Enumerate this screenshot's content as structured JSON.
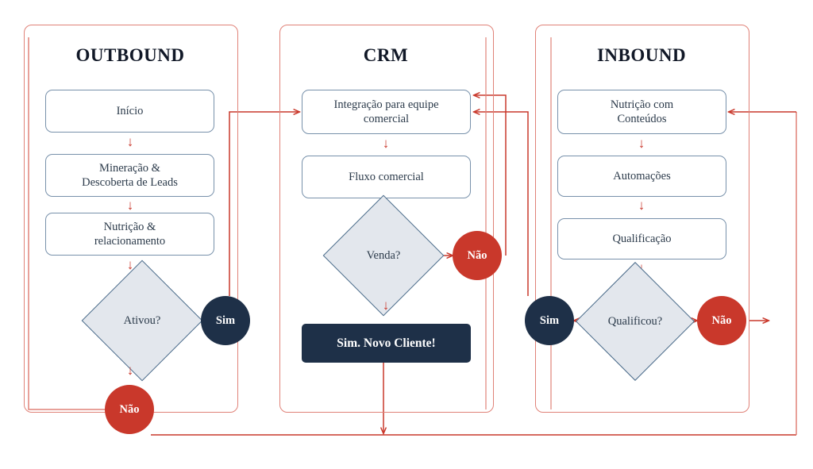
{
  "diagram": {
    "title_outbound": "OUTBOUND",
    "title_crm": "CRM",
    "title_inbound": "INBOUND",
    "colors": {
      "connector_red": "#C9382B",
      "panel_border": "#E08278",
      "node_border": "#7891AB",
      "node_text": "#2B3A4A",
      "diamond_fill": "#E3E7ED",
      "diamond_border": "#4A6B8A",
      "yes_circle": "#1E3048",
      "no_circle": "#C9382B",
      "dark_node_bg": "#1E3048",
      "background": "#FFFFFF"
    }
  },
  "outbound": {
    "title": "OUTBOUND",
    "nodes": [
      {
        "id": "inicio",
        "label": "Início"
      },
      {
        "id": "mineracao",
        "label": "Mineração &\nDescoberta de Leads"
      },
      {
        "id": "nutricao",
        "label": "Nutrição &\nrelacionamento"
      }
    ],
    "decision": {
      "id": "ativou",
      "label": "Ativou?"
    },
    "yes": "Sim",
    "no": "Não"
  },
  "crm": {
    "title": "CRM",
    "nodes": [
      {
        "id": "integracao",
        "label": "Integração para equipe\ncomercial"
      },
      {
        "id": "fluxo",
        "label": "Fluxo comercial"
      }
    ],
    "decision": {
      "id": "venda",
      "label": "Venda?"
    },
    "no": "Não",
    "result": "Sim. Novo Cliente!"
  },
  "inbound": {
    "title": "INBOUND",
    "nodes": [
      {
        "id": "nutricao_conteudos",
        "label": "Nutrição com\nConteúdos"
      },
      {
        "id": "automacoes",
        "label": "Automações"
      },
      {
        "id": "qualificacao",
        "label": "Qualificação"
      }
    ],
    "decision": {
      "id": "qualificou",
      "label": "Qualificou?"
    },
    "yes": "Sim",
    "no": "Não"
  },
  "arrow_glyphs": {
    "down": "↓",
    "right": "→",
    "left": "←"
  },
  "chart_data": {
    "type": "flowchart",
    "title": "Outbound / CRM / Inbound lead flow",
    "lanes": [
      "OUTBOUND",
      "CRM",
      "INBOUND"
    ],
    "nodes": [
      {
        "lane": "OUTBOUND",
        "shape": "process",
        "label": "Início"
      },
      {
        "lane": "OUTBOUND",
        "shape": "process",
        "label": "Mineração & Descoberta de Leads"
      },
      {
        "lane": "OUTBOUND",
        "shape": "process",
        "label": "Nutrição & relacionamento"
      },
      {
        "lane": "OUTBOUND",
        "shape": "decision",
        "label": "Ativou?"
      },
      {
        "lane": "OUTBOUND",
        "shape": "terminator-yes",
        "label": "Sim"
      },
      {
        "lane": "OUTBOUND",
        "shape": "terminator-no",
        "label": "Não"
      },
      {
        "lane": "CRM",
        "shape": "process",
        "label": "Integração para equipe comercial"
      },
      {
        "lane": "CRM",
        "shape": "process",
        "label": "Fluxo comercial"
      },
      {
        "lane": "CRM",
        "shape": "decision",
        "label": "Venda?"
      },
      {
        "lane": "CRM",
        "shape": "terminator-no",
        "label": "Não"
      },
      {
        "lane": "CRM",
        "shape": "result",
        "label": "Sim. Novo Cliente!"
      },
      {
        "lane": "INBOUND",
        "shape": "process",
        "label": "Nutrição com Conteúdos"
      },
      {
        "lane": "INBOUND",
        "shape": "process",
        "label": "Automações"
      },
      {
        "lane": "INBOUND",
        "shape": "process",
        "label": "Qualificação"
      },
      {
        "lane": "INBOUND",
        "shape": "decision",
        "label": "Qualificou?"
      },
      {
        "lane": "INBOUND",
        "shape": "terminator-yes",
        "label": "Sim"
      },
      {
        "lane": "INBOUND",
        "shape": "terminator-no",
        "label": "Não"
      }
    ],
    "edges": [
      {
        "from": "Início",
        "to": "Mineração & Descoberta de Leads",
        "label": ""
      },
      {
        "from": "Mineração & Descoberta de Leads",
        "to": "Nutrição & relacionamento",
        "label": ""
      },
      {
        "from": "Nutrição & relacionamento",
        "to": "Ativou?",
        "label": ""
      },
      {
        "from": "Ativou?",
        "to": "Sim",
        "label": "Sim"
      },
      {
        "from": "Ativou?",
        "to": "Não",
        "label": "Não"
      },
      {
        "from": "Sim",
        "to": "Integração para equipe comercial",
        "label": ""
      },
      {
        "from": "Não",
        "to": "bottom-loop",
        "label": ""
      },
      {
        "from": "Integração para equipe comercial",
        "to": "Fluxo comercial",
        "label": ""
      },
      {
        "from": "Fluxo comercial",
        "to": "Venda?",
        "label": ""
      },
      {
        "from": "Venda?",
        "to": "Não",
        "label": "Não"
      },
      {
        "from": "Venda?",
        "to": "Sim. Novo Cliente!",
        "label": "Sim"
      },
      {
        "from": "Sim. Novo Cliente!",
        "to": "bottom-loop",
        "label": ""
      },
      {
        "from": "Nutrição com Conteúdos",
        "to": "Automações",
        "label": ""
      },
      {
        "from": "Automações",
        "to": "Qualificação",
        "label": ""
      },
      {
        "from": "Qualificação",
        "to": "Qualificou?",
        "label": ""
      },
      {
        "from": "Qualificou?",
        "to": "Sim",
        "label": "Sim"
      },
      {
        "from": "Qualificou?",
        "to": "Não",
        "label": "Não"
      },
      {
        "from": "Sim",
        "to": "Integração para equipe comercial",
        "label": ""
      },
      {
        "from": "Não",
        "to": "Nutrição com Conteúdos",
        "label": ""
      },
      {
        "from": "bottom-loop",
        "to": "Nutrição com Conteúdos",
        "label": ""
      }
    ]
  }
}
